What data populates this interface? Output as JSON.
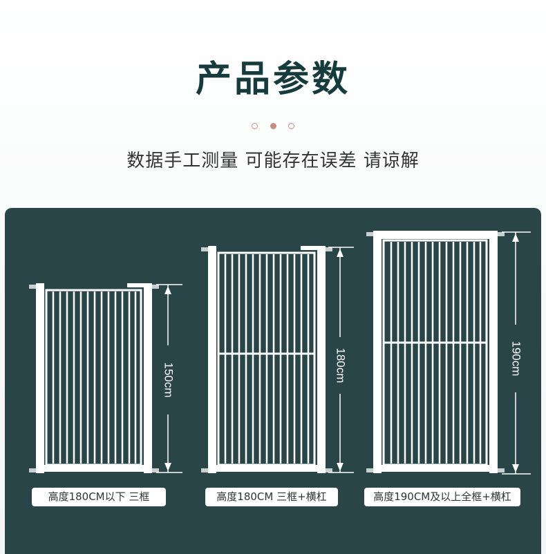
{
  "header": {
    "title": "产品参数",
    "subtitle": "数据手工测量 可能存在误差 请谅解"
  },
  "pagination": {
    "count": 3,
    "active_index": 1
  },
  "gates": [
    {
      "height_label": "150cm",
      "caption": "高度180CM以下 三框"
    },
    {
      "height_label": "180cm",
      "caption": "高度180CM  三框+横杠"
    },
    {
      "height_label": "190cm",
      "caption": "高度190CM及以上全框+横杠"
    }
  ],
  "colors": {
    "panel": "#2a4547",
    "title": "#163b3d",
    "accent_dot": "#c98d80",
    "gate": "#ffffff"
  }
}
